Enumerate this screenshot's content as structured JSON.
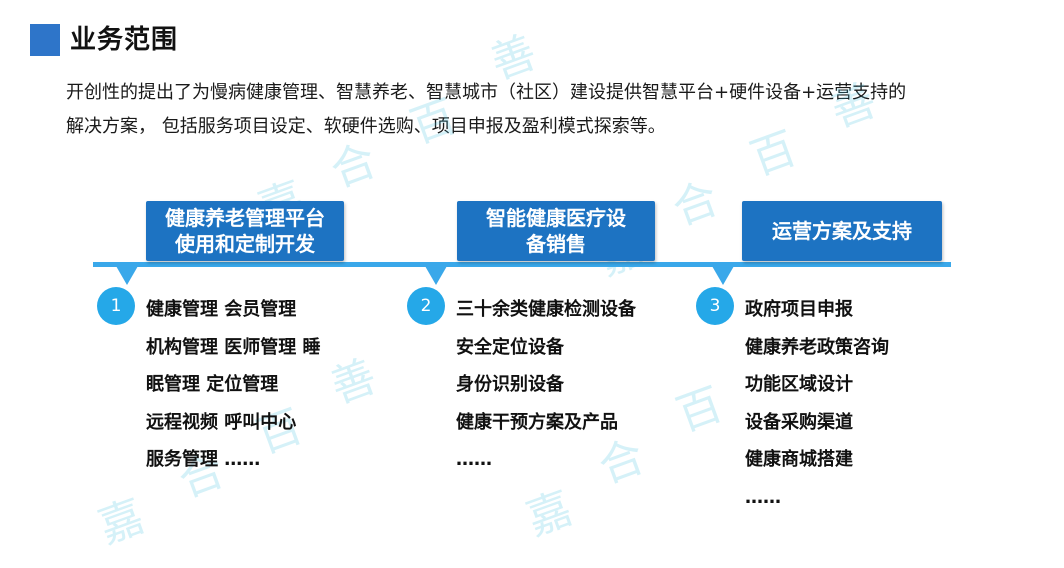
{
  "page": {
    "title": "业务范围",
    "intro_line1": "开创性的提出了为慢病健康管理、智慧养老、智慧城市（社区）建设提供智慧平台+硬件设备+运营支持的",
    "intro_line2": "解决方案，  包括服务项目设定、软硬件选购、项目申报及盈利模式探索等。"
  },
  "watermark": [
    "嘉",
    "合",
    "百",
    "善"
  ],
  "columns": [
    {
      "number": "1",
      "heading_line1": "健康养老管理平台",
      "heading_line2": "使用和定制开发",
      "items": [
        "健康管理   会员管理",
        "机构管理   医师管理  睡",
        "眠管理   定位管理",
        "远程视频   呼叫中心",
        "服务管理   ……"
      ]
    },
    {
      "number": "2",
      "heading_line1": "智能健康医疗设",
      "heading_line2": "备销售",
      "items": [
        "三十余类健康检测设备",
        "安全定位设备",
        "身份识别设备",
        "健康干预方案及产品",
        "……"
      ]
    },
    {
      "number": "3",
      "heading_line1": "运营方案及支持",
      "heading_line2": "",
      "items": [
        "政府项目申报",
        "健康养老政策咨询",
        "功能区域设计",
        "设备采购渠道",
        "健康商城搭建",
        "……"
      ]
    }
  ],
  "colors": {
    "accent": "#1d73c2",
    "timeline": "#3aa8ea",
    "circle": "#25a8e8",
    "title_square": "#2e75c9"
  }
}
